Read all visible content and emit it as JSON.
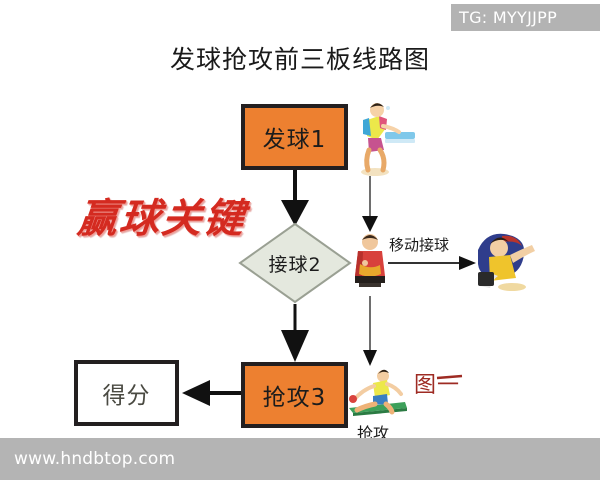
{
  "badge": {
    "text": "TG: MYYJJPP"
  },
  "title": "发球抢攻前三板线路图",
  "nodes": {
    "serve": "发球1",
    "receive": "接球2",
    "attack": "抢攻3",
    "score": "得分"
  },
  "annotations": {
    "calligraphy": "赢球关键",
    "move_receive": "移动接球",
    "attack_figure": "抢攻",
    "figure_number": "图一"
  },
  "watermark": {
    "url": "www.hndbtop.com"
  },
  "colors": {
    "node_orange": "#ed8030",
    "node_border": "#231f20",
    "diamond_fill": "#e4e8de",
    "diamond_border": "#9aa093",
    "calligraphy_red": "#d42a20",
    "figure_label_red": "#9e2b23",
    "badge_gray": "#b3b3b3",
    "watermark_gray": "#b4b4b4",
    "arrow_black": "#111111"
  }
}
